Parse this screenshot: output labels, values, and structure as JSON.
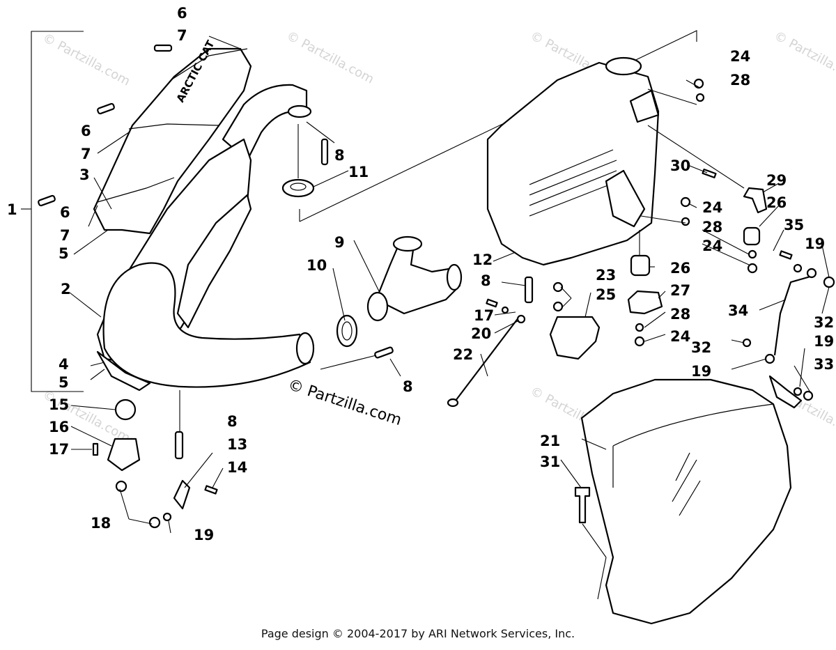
{
  "watermarks": [
    "© Partzilla.com",
    "© Partzilla.com",
    "© Partzilla.com",
    "© Partzilla.com",
    "© Partzilla.com",
    "© Partzilla.com",
    "© Partzilla.com"
  ],
  "center_watermark": "© Partzilla.com",
  "muffler_logo": "ARCTIC CAT",
  "callouts": [
    "1",
    "2",
    "3",
    "4",
    "5",
    "5",
    "6",
    "6",
    "6",
    "7",
    "7",
    "7",
    "8",
    "8",
    "8",
    "8",
    "9",
    "10",
    "11",
    "12",
    "13",
    "14",
    "15",
    "16",
    "17",
    "17",
    "18",
    "19",
    "19",
    "19",
    "19",
    "20",
    "21",
    "22",
    "23",
    "24",
    "24",
    "24",
    "24",
    "25",
    "26",
    "26",
    "27",
    "28",
    "28",
    "28",
    "29",
    "30",
    "31",
    "32",
    "32",
    "33",
    "34",
    "35"
  ],
  "footer": "Page design © 2004-2017 by ARI Network Services, Inc."
}
